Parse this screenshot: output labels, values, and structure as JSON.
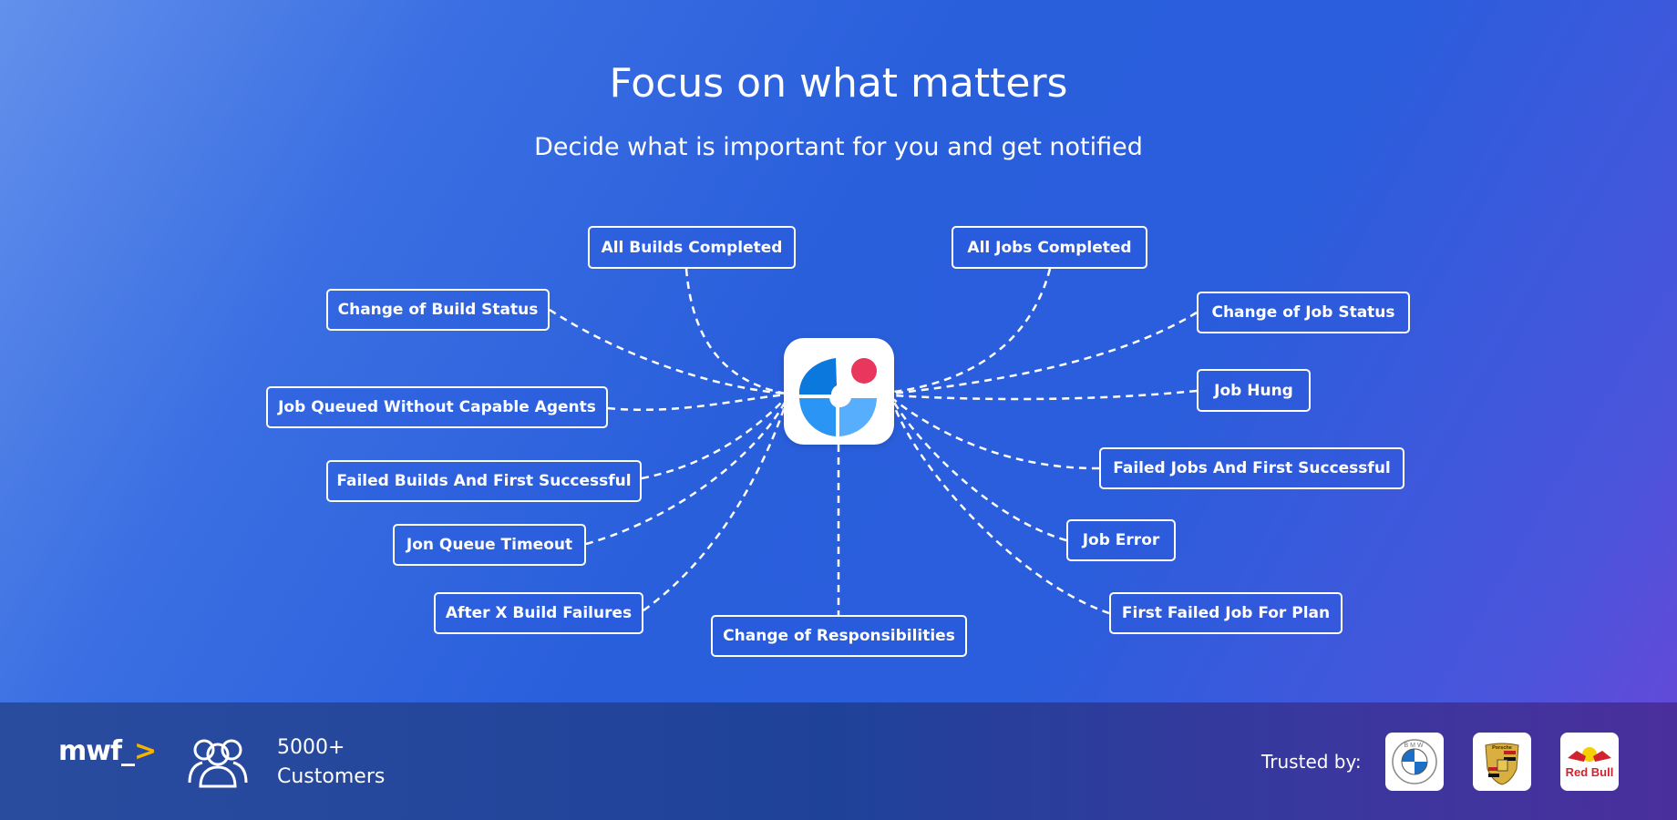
{
  "hero": {
    "title": "Focus on what matters",
    "subtitle": "Decide what is important for you and get notified"
  },
  "events": {
    "all_builds": "All Builds Completed",
    "all_jobs": "All Jobs Completed",
    "build_status": "Change of Build Status",
    "job_status": "Change of Job Status",
    "queued": "Job Queued Without Capable Agents",
    "hung": "Job Hung",
    "failed_builds": "Failed Builds And First Successful",
    "failed_jobs": "Failed Jobs And First Successful",
    "queue_timeout": "Jon Queue Timeout",
    "job_error": "Job Error",
    "after_x": "After X Build Failures",
    "first_failed": "First Failed Job For Plan",
    "responsibilities": "Change of Responsibilities"
  },
  "footer": {
    "logo": "mwf_",
    "logo_accent": ">",
    "count": "5000+",
    "count_label": "Customers",
    "trusted": "Trusted by:",
    "brands": [
      "BMW",
      "Porsche",
      "Red Bull"
    ]
  },
  "colors": {
    "accent": "#f5b400",
    "red_dot": "#e8365d"
  }
}
